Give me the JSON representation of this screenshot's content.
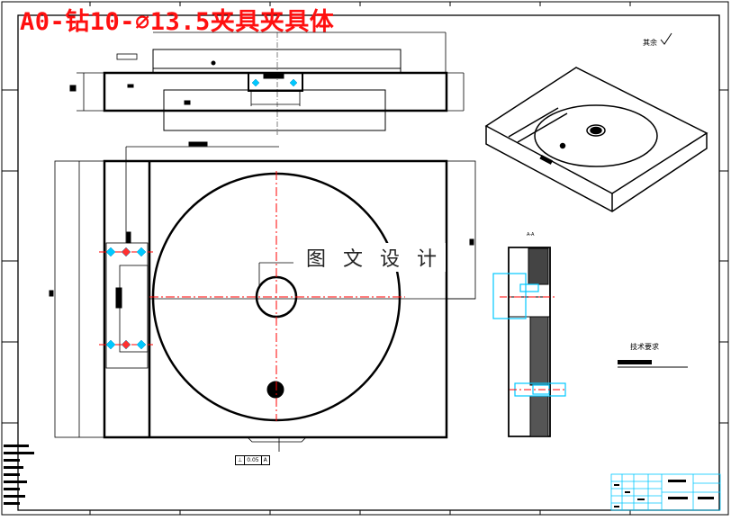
{
  "drawing": {
    "title": "A0-钻10-⌀13.5夹具夹具体",
    "watermark": "图 文 设 计",
    "remaining_label": "其余",
    "tech_requirements_label": "技术要求",
    "section_label": "A-A",
    "tolerance_frame": {
      "symbol": "⊥",
      "value": "0.05",
      "datum": "A"
    },
    "colors": {
      "title": "#ff1010",
      "centerline": "#ff0000",
      "fixture": "#00c8ff",
      "line": "#000000"
    }
  }
}
